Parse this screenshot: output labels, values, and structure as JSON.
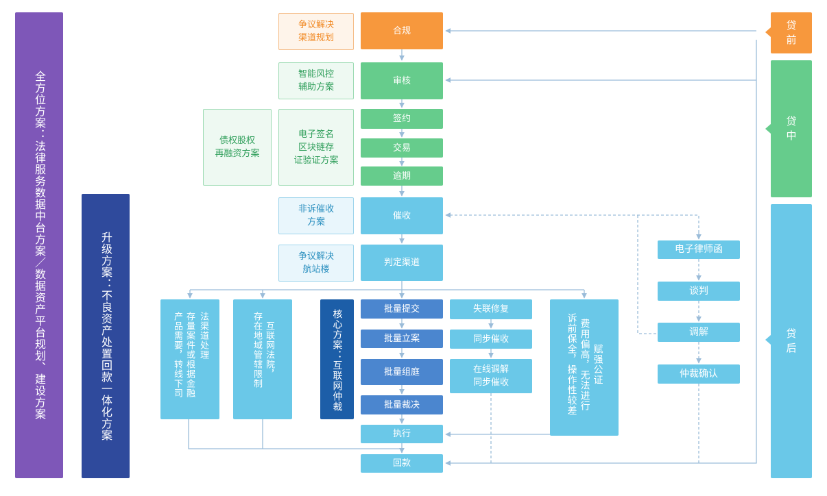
{
  "left_panels": {
    "full_solution": "全方位方案：法律服务数据中台方案／数据资产平台规划、建设方案",
    "upgrade_solution": "升级方案：不良资产处置回款一体化方案"
  },
  "stage_labels": {
    "pre_loan": "贷\n前",
    "mid_loan": "贷\n中",
    "post_loan": "贷\n后"
  },
  "main_flow": {
    "compliance": "合规",
    "review": "审核",
    "sign": "签约",
    "trade": "交易",
    "overdue": "逾期",
    "collection": "催收",
    "channel": "判定渠道",
    "execute": "执行",
    "repayment": "回款"
  },
  "solutions": {
    "dispute_planning": "争议解决\n渠道规划",
    "risk_control": "智能风控\n辅助方案",
    "refinance": "债权股权\n再融资方案",
    "esign": "电子签名\n区块链存\n证验证方案",
    "nonlitigation": "非诉催收\n方案",
    "dispute_station": "争议解决\n航站楼"
  },
  "branches": {
    "legal_channel": "法渠道处理",
    "stock_cases": "存量案件或根据金融\n产品需要，转线下司",
    "internet_court": "互联网法院，\n存在地域管辖限制",
    "core_solution": "核心方案：互联网仲裁",
    "batch": [
      "批量提交",
      "批量立案",
      "批量组庭",
      "批量裁决"
    ],
    "repair": [
      "失联修复",
      "同步催收",
      "在线调解\n同步催收"
    ],
    "notary": "赋强公证\n费用偏高，无法进行\n诉前保全，操作性较差"
  },
  "right_flow": {
    "lawyer_letter": "电子律师函",
    "negotiate": "谈判",
    "mediate": "调解",
    "arbitration": "仲裁确认"
  }
}
